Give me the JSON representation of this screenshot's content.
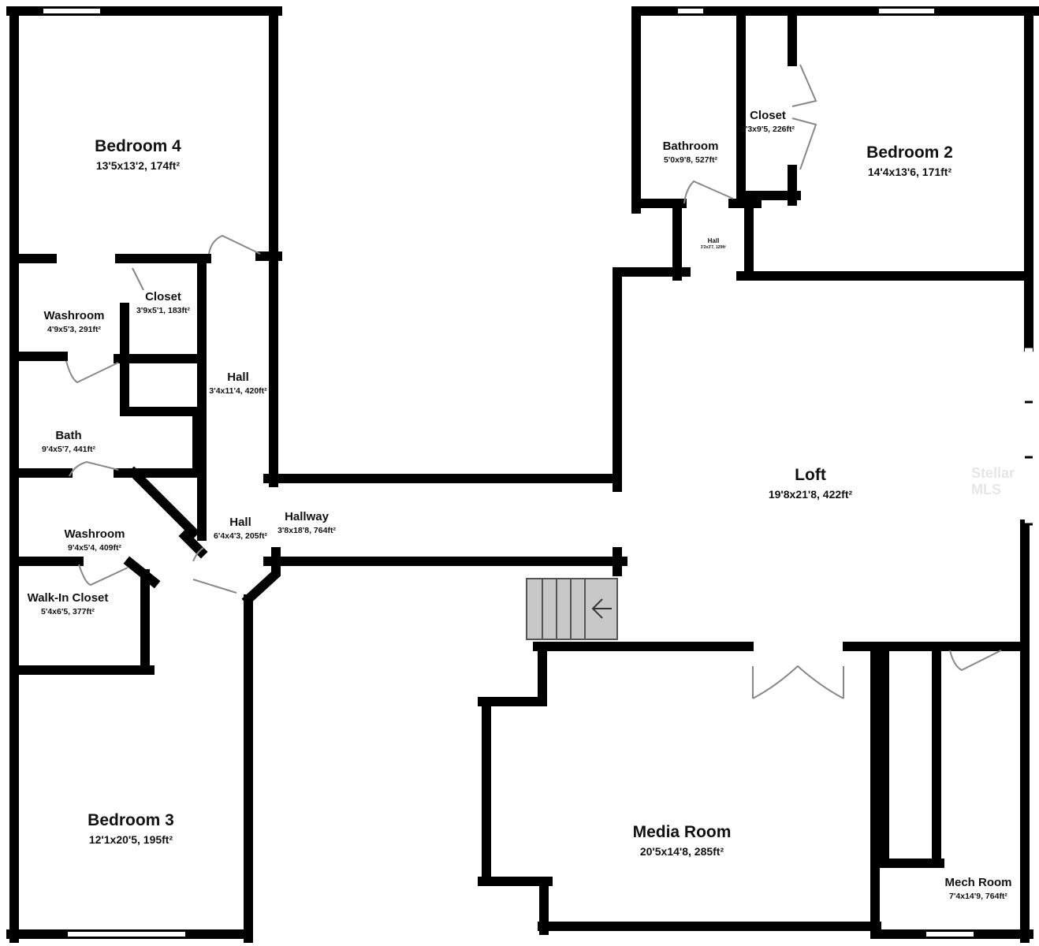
{
  "rooms": [
    {
      "name": "Bedroom 4",
      "dims": "13'5x13'2, 174ft²"
    },
    {
      "name": "Closet",
      "dims": "3'9x5'1, 183ft²"
    },
    {
      "name": "Washroom",
      "dims": "4'9x5'3, 291ft²"
    },
    {
      "name": "Hall",
      "dims": "3'4x11'4, 420ft²"
    },
    {
      "name": "Bath",
      "dims": "9'4x5'7, 441ft²"
    },
    {
      "name": "Hall",
      "dims": "6'4x4'3, 205ft²"
    },
    {
      "name": "Hallway",
      "dims": "3'8x18'8, 764ft²"
    },
    {
      "name": "Washroom",
      "dims": "9'4x5'4, 409ft²"
    },
    {
      "name": "Walk-In Closet",
      "dims": "5'4x6'5, 377ft²"
    },
    {
      "name": "Bedroom 3",
      "dims": "12'1x20'5, 195ft²"
    },
    {
      "name": "Bathroom",
      "dims": "5'0x9'8, 527ft²"
    },
    {
      "name": "Closet",
      "dims": "2'3x9'5, 226ft²"
    },
    {
      "name": "Bedroom 2",
      "dims": "14'4x13'6, 171ft²"
    },
    {
      "name": "Hall",
      "dims": "3'2x3'7, 129ft²"
    },
    {
      "name": "Loft",
      "dims": "19'8x21'8, 422ft²"
    },
    {
      "name": "Media Room",
      "dims": "20'5x14'8, 285ft²"
    },
    {
      "name": "Mech Room",
      "dims": "7'4x14'9, 764ft²"
    }
  ],
  "watermark": "Stellar MLS",
  "colors": {
    "wall": "#000000",
    "door": "#888888",
    "stairs": "#c8c8c8"
  }
}
